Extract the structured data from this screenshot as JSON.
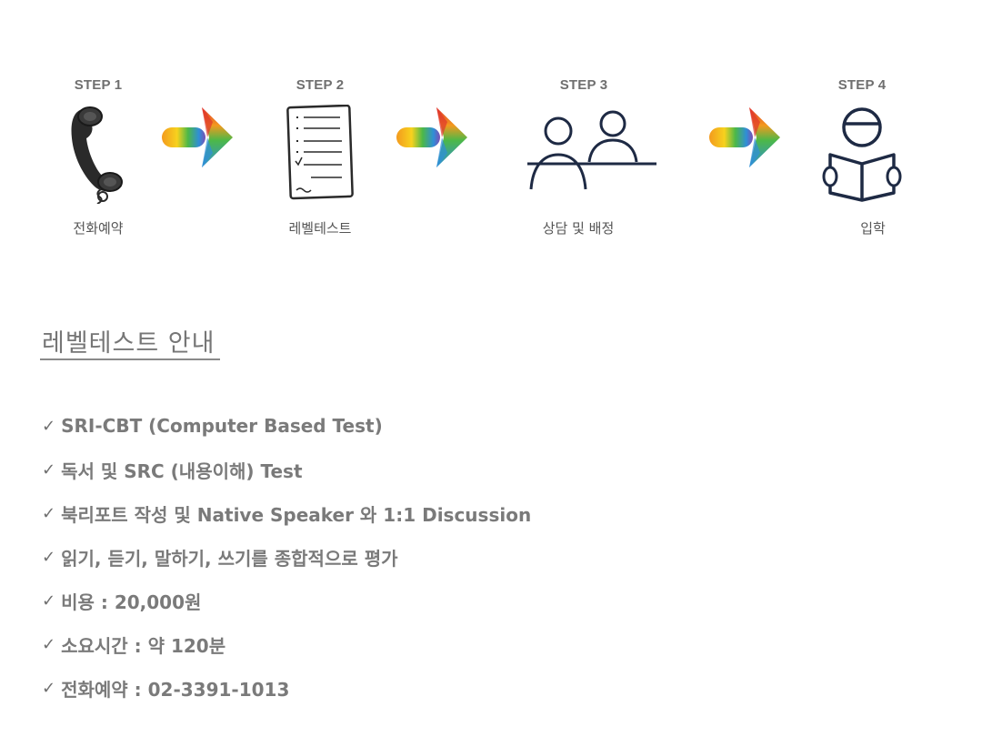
{
  "steps": [
    {
      "title": "STEP 1",
      "caption": "전화예약",
      "icon": "telephone-icon"
    },
    {
      "title": "STEP 2",
      "caption": "레벨테스트",
      "icon": "checklist-document-icon"
    },
    {
      "title": "STEP 3",
      "caption": "상담 및 배정",
      "icon": "consultation-people-icon"
    },
    {
      "title": "STEP 4",
      "caption": "입학",
      "icon": "student-reading-icon"
    }
  ],
  "arrows": [
    "colorful-arrow-right-icon",
    "colorful-arrow-right-icon",
    "colorful-arrow-right-icon"
  ],
  "guide": {
    "title": "레벨테스트 안내",
    "check_symbol": "✓",
    "items": [
      "SRI-CBT (Computer Based Test)",
      "독서 및 SRC (내용이해) Test",
      "북리포트 작성 및 Native Speaker 와 1:1 Discussion",
      "읽기, 듣기, 말하기, 쓰기를 종합적으로 평가",
      "비용 : 20,000원",
      "소요시간 : 약 120분",
      "전화예약 : 02-3391-1013"
    ]
  },
  "colors": {
    "text": "#7a7a7a",
    "icon_dark": "#2a2a2a",
    "icon_navy": "#1e2a44",
    "arrow_red": "#e0342c",
    "arrow_orange": "#f39a1e",
    "arrow_yellow": "#f7d21e",
    "arrow_green": "#4cb848",
    "arrow_blue": "#2f8ed8"
  }
}
